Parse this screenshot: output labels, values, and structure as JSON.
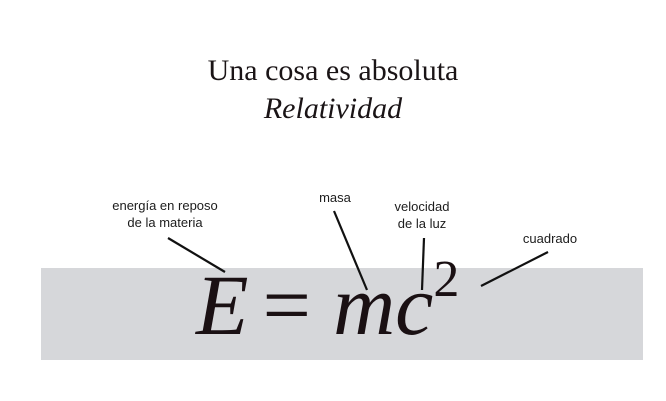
{
  "title": "Una cosa es absoluta",
  "subtitle": "Relatividad",
  "equation": {
    "E": "E",
    "equals": "=",
    "mc": "mc",
    "exponent": "2"
  },
  "labels": {
    "energy_line1": "energía en reposo",
    "energy_line2": "de la materia",
    "mass": "masa",
    "speed_line1": "velocidad",
    "speed_line2": "de la luz",
    "squared": "cuadrado"
  },
  "colors": {
    "band": "#d6d7da",
    "text": "#1a1416"
  }
}
